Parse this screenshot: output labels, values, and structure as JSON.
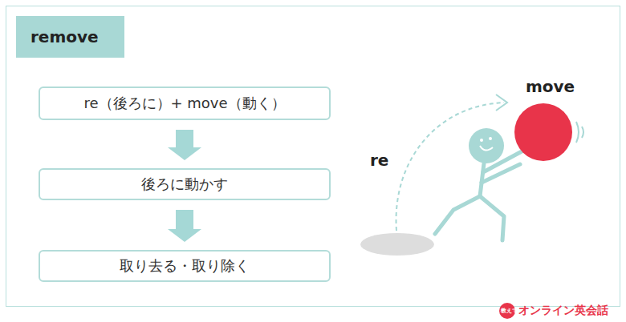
{
  "diagram": {
    "title": "remove",
    "nodes": [
      {
        "text": [
          "re（後ろに）+ move（動く）"
        ]
      },
      {
        "text": [
          "後ろに動かす"
        ]
      },
      {
        "text": [
          "取り去る・取り除く"
        ]
      }
    ],
    "edges": [
      {
        "from": 0,
        "to": 1,
        "arrow": "to"
      },
      {
        "from": 1,
        "to": 2,
        "arrow": "to"
      }
    ],
    "labels": [
      "move",
      "re",
      "教えて",
      "オンライン英会話"
    ]
  }
}
